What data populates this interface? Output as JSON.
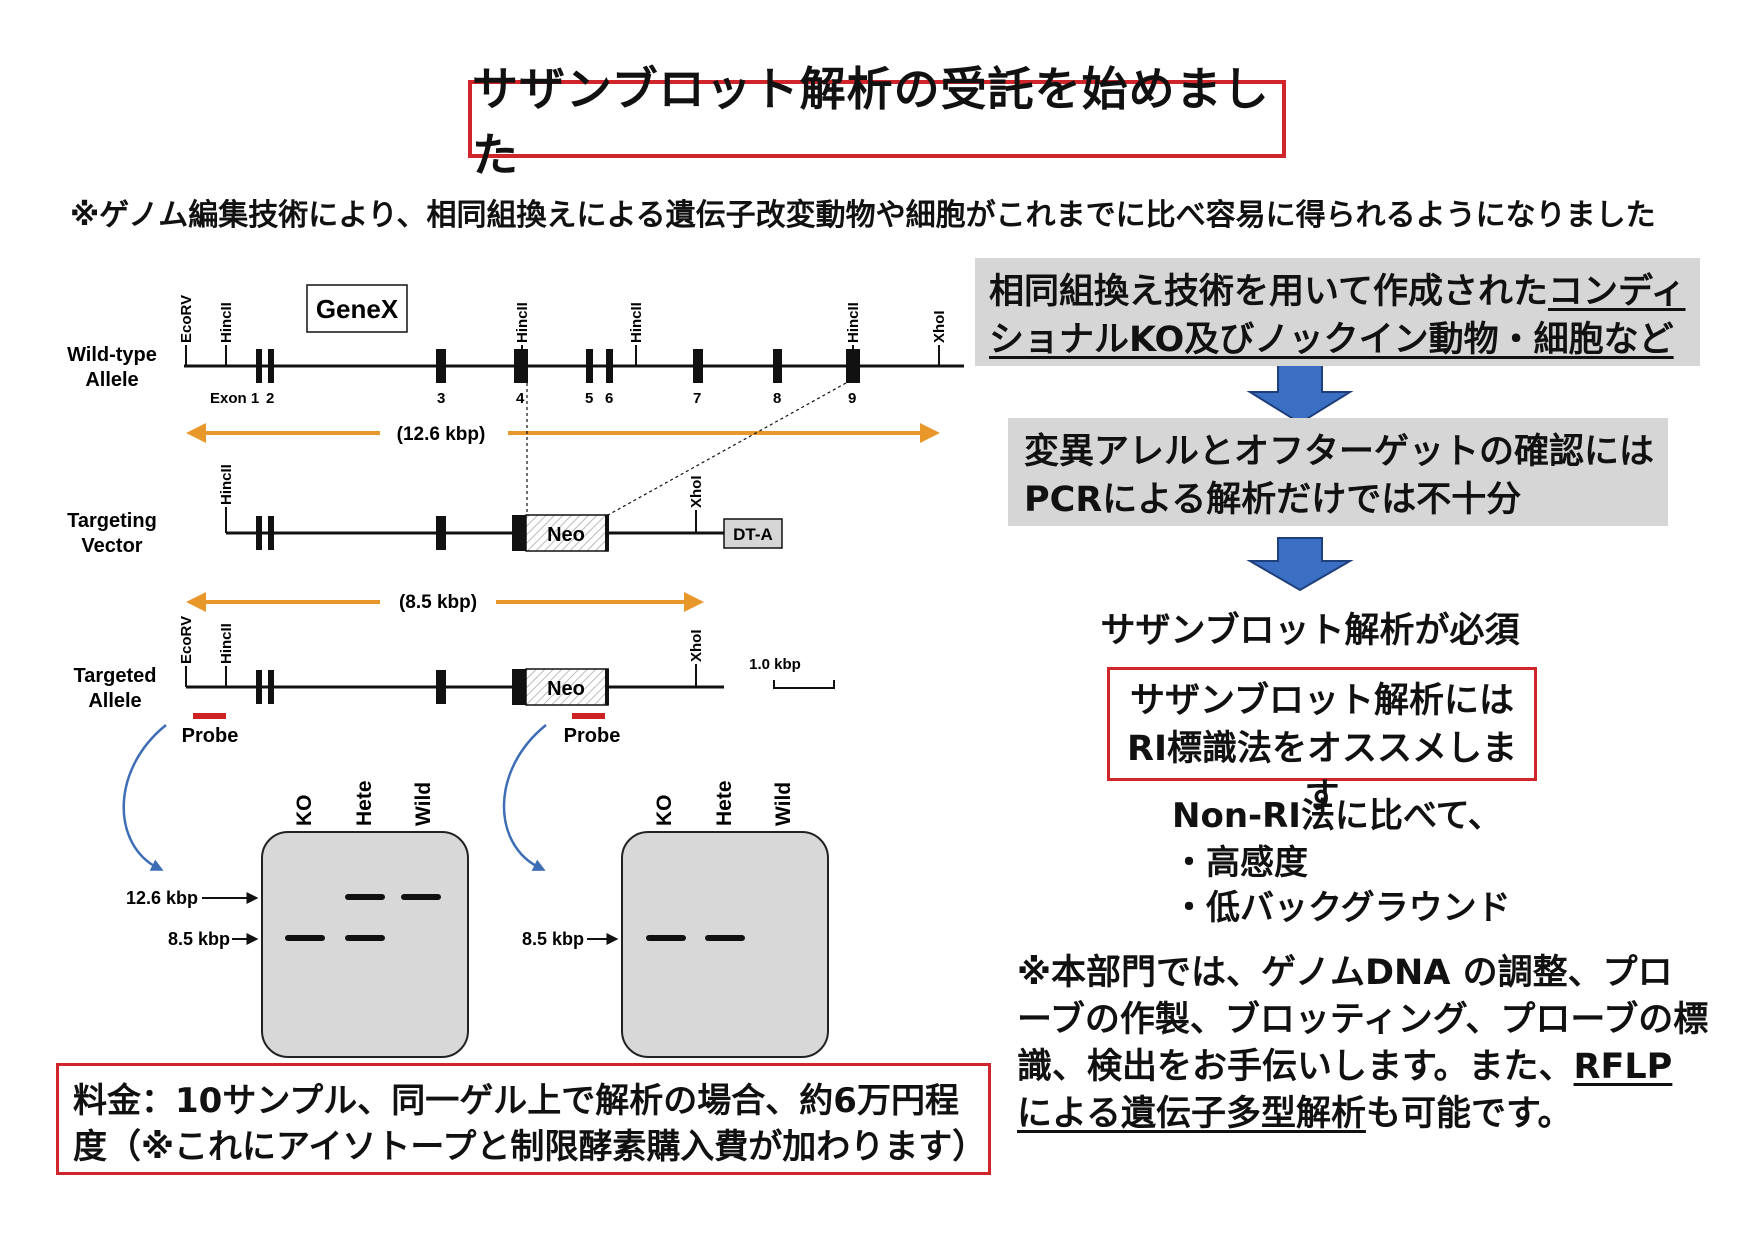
{
  "title": "サザンブロット解析の受託を始めました",
  "note": "※ゲノム編集技術により、相同組換えによる遺伝子改変動物や細胞がこれまでに比べ容易に得られるようになりました",
  "diagram": {
    "gene_label": "GeneX",
    "rows": {
      "wild_type": [
        "Wild-type",
        "Allele"
      ],
      "targeting": [
        "Targeting",
        "Vector"
      ],
      "targeted": [
        "Targeted",
        "Allele"
      ]
    },
    "sites": {
      "ecorv": "EcoRV",
      "hincii": "HincII",
      "xhoi": "XhoI"
    },
    "exon_prefix": "Exon 1",
    "exon_labels": [
      "2",
      "3",
      "4",
      "5",
      "6",
      "7",
      "8",
      "9"
    ],
    "size_large": "(12.6 kbp)",
    "size_small": "(8.5 kbp)",
    "neo": "Neo",
    "dta": "DT-A",
    "scale": "1.0 kbp",
    "probe": "Probe",
    "colors": {
      "arrow": "#e8982b",
      "probe": "#cc2222",
      "curve": "#3d6db5",
      "flow_arrow": "#3b6fc4",
      "red_border": "#d0262b"
    }
  },
  "blots": {
    "lanes": [
      "KO",
      "Hete",
      "Wild"
    ],
    "marker_large": "12.6 kbp",
    "marker_small": "8.5 kbp"
  },
  "flow": {
    "box1_line1_plain": "相同組換え技術を用いて作成された",
    "box1_line1_ul": "コンディ",
    "box1_line2_ul": "ショナルKO及びノックイン動物・細胞など",
    "box2_line1": "変異アレルとオフターゲットの確認には",
    "box2_line2": "PCRによる解析だけでは不十分",
    "conclusion": "サザンブロット解析が必須",
    "rec_line1": "サザンブロット解析には",
    "rec_line2": "RI標識法をオススメします",
    "compare": "Non-RI法に比べて、",
    "benefit1": "・高感度",
    "benefit2": "・低バックグラウンド"
  },
  "service": {
    "line1": "※本部門では、ゲノムDNA の調整、プロ",
    "line2": "ーブの作製、ブロッティング、プローブの標",
    "line3_plain": "識、検出をお手伝いします。また、",
    "line3_ul": "RFLP",
    "line4_ul": "による遺伝子多型解析",
    "line4_plain": "も可能です。"
  },
  "price": {
    "line1": "料金：10サンプル、同一ゲル上で解析の場合、約6万円程",
    "line2": "度（※これにアイソトープと制限酵素購入費が加わります）"
  }
}
